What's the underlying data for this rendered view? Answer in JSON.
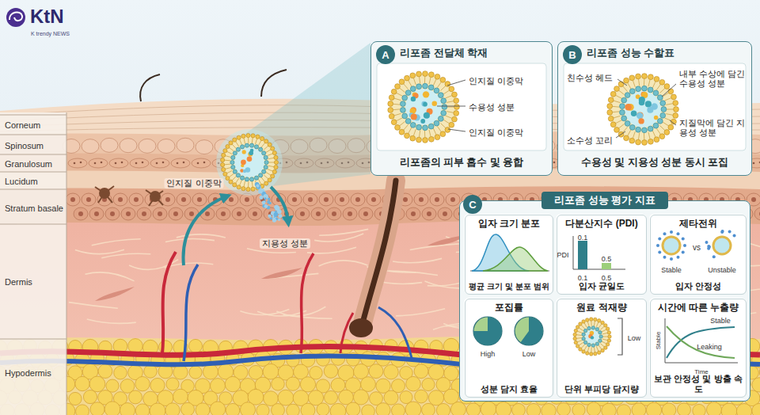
{
  "diagram": {
    "nodes": [
      {
        "text": [
          "리포좀 전달체 학재",
          "리포좀의 피부 흡수 및 융합"
        ]
      },
      {
        "text": [
          "A"
        ],
        "in": 0
      },
      {
        "text": [
          "리포좀 성능 수할표",
          "수용성 및 지용성 성분 동시 포집"
        ]
      },
      {
        "text": [
          "B"
        ],
        "in": 2
      },
      {
        "text": [
          "리포좀 성능 평가 지표"
        ]
      },
      {
        "text": [
          "C"
        ],
        "in": 4
      },
      {
        "text": [
          "입자 크기 분포",
          "평균 크기 및 분포 범위"
        ],
        "in": 4
      },
      {
        "text": [
          "다분산지수 (PDI)",
          "입자 균일도"
        ],
        "in": 4
      },
      {
        "text": [
          "제타전위",
          "입자 안정성"
        ],
        "in": 4
      },
      {
        "text": [
          "포집률",
          "성분 담지 효율"
        ],
        "in": 4
      },
      {
        "text": [
          "원료 적재량",
          "단위 부피당 담지량"
        ],
        "in": 4
      },
      {
        "text": [
          "시간에 따른 누출량",
          "보관 안정성 및 방출 속도"
        ],
        "in": 4
      }
    ],
    "labels": [
      "KtN",
      "K trendy NEWS",
      "Corneum",
      "Spinosum",
      "Granulosum",
      "Lucidum",
      "Stratum basale",
      "Dermis",
      "Hypodermis",
      "인지질 이중막",
      "지용성 성분",
      "인지질 이중막",
      "수용성 성분",
      "인지질 이중막",
      "친수성 헤드",
      "내부 수상에 담긴 수용성 성분",
      "소수성 꼬리",
      "지질막에 담긴 지용성 성분",
      "PDI",
      "0.1",
      "0.5",
      "0.1",
      "0.5",
      "Stable",
      "vs",
      "Unstable",
      "High",
      "Low",
      "Low",
      "Stable",
      "Leaking",
      "Time",
      "Stable"
    ]
  }
}
